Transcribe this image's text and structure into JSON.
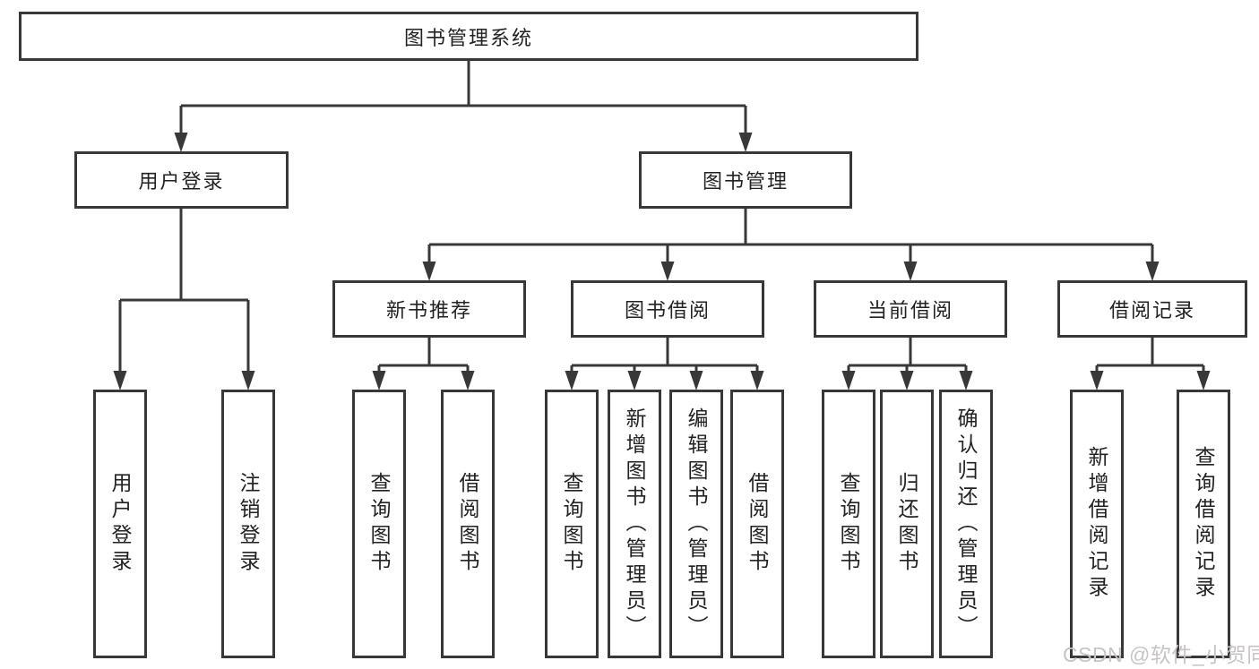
{
  "tree": {
    "label": "图书管理系统",
    "children": [
      {
        "label": "用户登录",
        "children": [
          {
            "label": "用户登录"
          },
          {
            "label": "注销登录"
          }
        ]
      },
      {
        "label": "图书管理",
        "children": [
          {
            "label": "新书推荐",
            "children": [
              {
                "label": "查询图书"
              },
              {
                "label": "借阅图书"
              }
            ]
          },
          {
            "label": "图书借阅",
            "children": [
              {
                "label": "查询图书"
              },
              {
                "label": "新增图书（管理员）"
              },
              {
                "label": "编辑图书（管理员）"
              },
              {
                "label": "借阅图书"
              }
            ]
          },
          {
            "label": "当前借阅",
            "children": [
              {
                "label": "查询图书"
              },
              {
                "label": "归还图书"
              },
              {
                "label": "确认归还（管理员）"
              }
            ]
          },
          {
            "label": "借阅记录",
            "children": [
              {
                "label": "新增借阅记录"
              },
              {
                "label": "查询借阅记录"
              }
            ]
          }
        ]
      }
    ]
  },
  "watermark": {
    "text": "CSDN @软件_小贺同学",
    "color": "#c8c4c4"
  },
  "colors": {
    "background": "#ffffff",
    "line": "#383838",
    "box_border": "#383838",
    "box_fill": "#ffffff",
    "text": "#222222"
  }
}
